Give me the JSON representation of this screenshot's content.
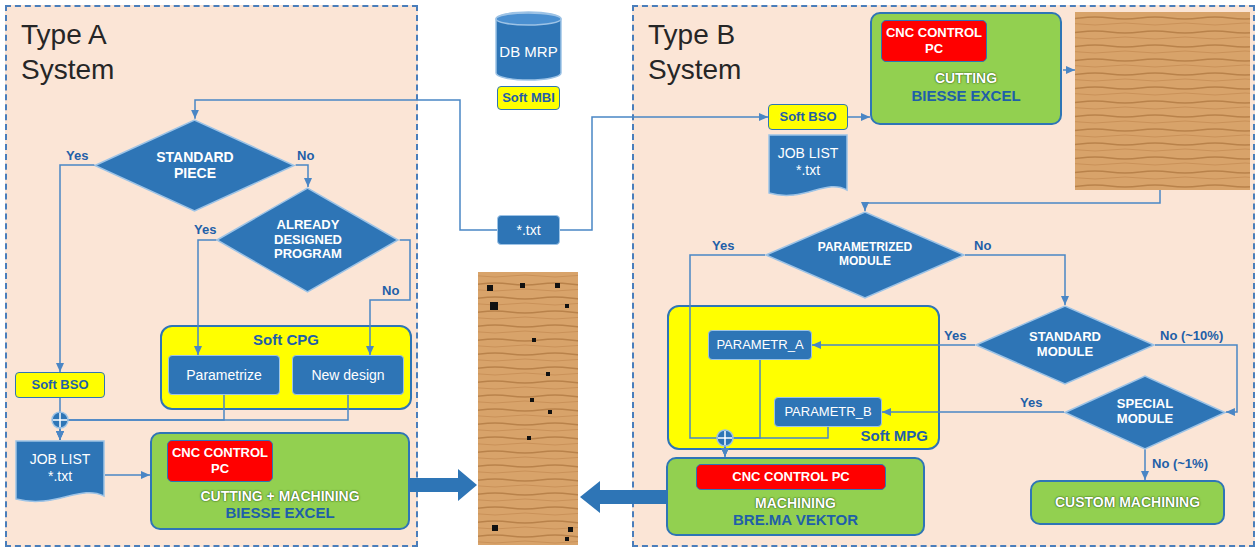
{
  "diagram": {
    "nodes": [
      {
        "text": [
          "Type A System"
        ]
      },
      {
        "text": [
          "STANDARD PIECE"
        ],
        "in": 0
      },
      {
        "text": [
          "ALREADY DESIGNED PROGRAM"
        ],
        "in": 0
      },
      {
        "text": [
          "Soft BSO"
        ],
        "in": 0
      },
      {
        "text": [
          "Soft CPG"
        ],
        "in": 0
      },
      {
        "text": [
          "Parametrize"
        ],
        "in": 4
      },
      {
        "text": [
          "New design"
        ],
        "in": 4
      },
      {
        "text": [
          "JOB LIST",
          "*.txt"
        ],
        "in": 0
      },
      {
        "text": [
          "CUTTING + MACHINING",
          "BIESSE EXCEL"
        ],
        "in": 0
      },
      {
        "text": [
          "CNC CONTROL PC"
        ],
        "in": 8
      },
      {
        "text": [
          "DB MRP"
        ]
      },
      {
        "text": [
          "Soft MBI"
        ]
      },
      {
        "text": [
          "*.txt"
        ]
      },
      {
        "text": [
          "Type B System"
        ]
      },
      {
        "text": [
          "Soft BSO"
        ],
        "in": 13
      },
      {
        "text": [
          "JOB LIST",
          "*.txt"
        ],
        "in": 13
      },
      {
        "text": [
          "CUTTING",
          "BIESSE EXCEL"
        ],
        "in": 13
      },
      {
        "text": [
          "CNC CONTROL PC"
        ],
        "in": 16
      },
      {
        "text": [
          "PARAMETRIZED MODULE"
        ],
        "in": 13
      },
      {
        "text": [
          "STANDARD MODULE"
        ],
        "in": 13
      },
      {
        "text": [
          "SPECIAL MODULE"
        ],
        "in": 13
      },
      {
        "text": [
          "Soft MPG"
        ],
        "in": 13
      },
      {
        "text": [
          "PARAMETR_A"
        ],
        "in": 21
      },
      {
        "text": [
          "PARAMETR_B"
        ],
        "in": 21
      },
      {
        "text": [
          "MACHINING",
          "BRE.MA VEKTOR"
        ],
        "in": 13
      },
      {
        "text": [
          "CNC CONTROL PC"
        ],
        "in": 24
      },
      {
        "text": [
          "CUSTOM MACHINING"
        ],
        "in": 13
      }
    ],
    "edges": [
      {
        "from": 12,
        "to": 1,
        "arrow": "to"
      },
      {
        "from": 12,
        "to": 14,
        "arrow": "to"
      },
      {
        "from": 1,
        "to": 3,
        "label": "Yes",
        "arrow": "to"
      },
      {
        "from": 1,
        "to": 2,
        "label": "No",
        "arrow": "to"
      },
      {
        "from": 2,
        "to": 5,
        "label": "Yes",
        "arrow": "to"
      },
      {
        "from": 2,
        "to": 6,
        "label": "No",
        "arrow": "to"
      },
      {
        "from": 3,
        "to": 7,
        "arrow": "to"
      },
      {
        "from": 5,
        "to": 7,
        "arrow": "to"
      },
      {
        "from": 6,
        "to": 7,
        "arrow": "to"
      },
      {
        "from": 7,
        "to": 8,
        "arrow": "to"
      },
      {
        "from": 14,
        "to": 16,
        "arrow": "to"
      },
      {
        "from": 18,
        "to": 24,
        "label": "Yes",
        "arrow": "to"
      },
      {
        "from": 18,
        "to": 19,
        "label": "No",
        "arrow": "to"
      },
      {
        "from": 19,
        "to": 22,
        "label": "Yes",
        "arrow": "to"
      },
      {
        "from": 19,
        "to": 20,
        "label": "No (~10%)",
        "arrow": "to"
      },
      {
        "from": 20,
        "to": 23,
        "label": "Yes",
        "arrow": "to"
      },
      {
        "from": 20,
        "to": 26,
        "label": "No (~1%)",
        "arrow": "to"
      },
      {
        "from": 22,
        "to": 24,
        "arrow": "to"
      },
      {
        "from": 23,
        "to": 24,
        "arrow": "to"
      }
    ]
  }
}
